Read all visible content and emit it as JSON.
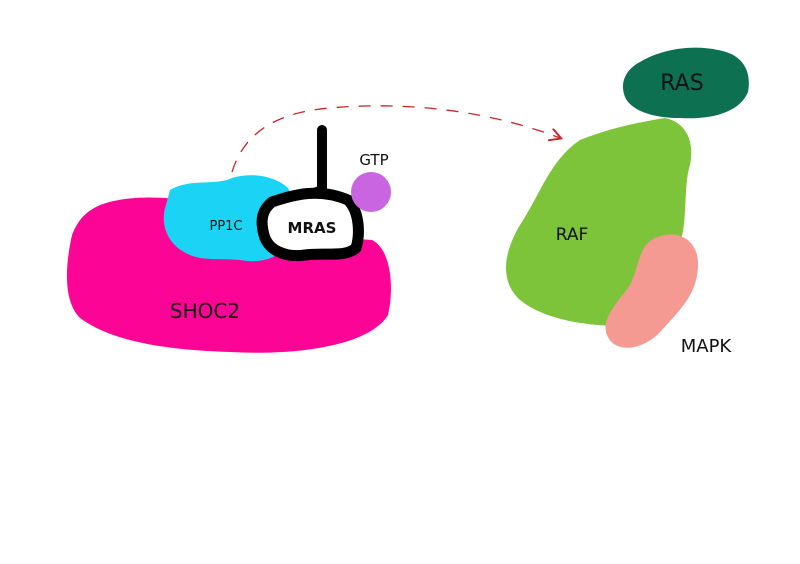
{
  "labels": {
    "shoc2": "SHOC2",
    "pp1c": "PP1C",
    "mras": "MRAS",
    "gtp": "GTP",
    "ras": "RAS",
    "raf": "RAF",
    "mapk": "MAPK"
  },
  "colors": {
    "shoc2": "#fc0597",
    "pp1c": "#1ad3f5",
    "mras_outline": "#000000",
    "gtp": "#c965e0",
    "ras": "#0d7050",
    "raf": "#7dc43a",
    "mapk": "#f49a93",
    "arrow": "#c62828"
  }
}
